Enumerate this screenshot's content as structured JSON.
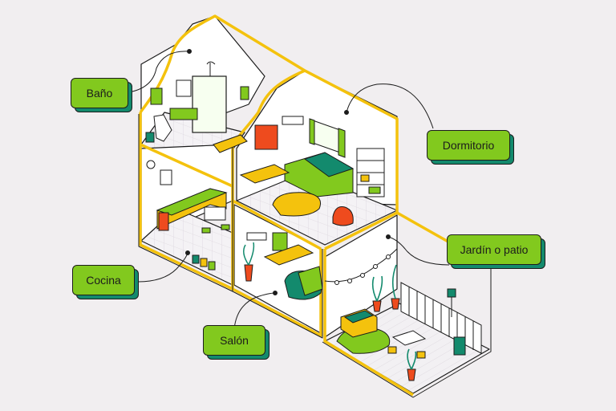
{
  "labels": {
    "bano": "Baño",
    "dormitorio": "Dormitorio",
    "cocina": "Cocina",
    "salon": "Salón",
    "jardin": "Jardín o patio"
  },
  "colors": {
    "background": "#f1eef0",
    "label_green": "#82c91e",
    "label_shadow": "#138a6d",
    "accent_yellow": "#f4c20d",
    "accent_red": "#ee4b1e",
    "outline": "#1c1c1c"
  }
}
